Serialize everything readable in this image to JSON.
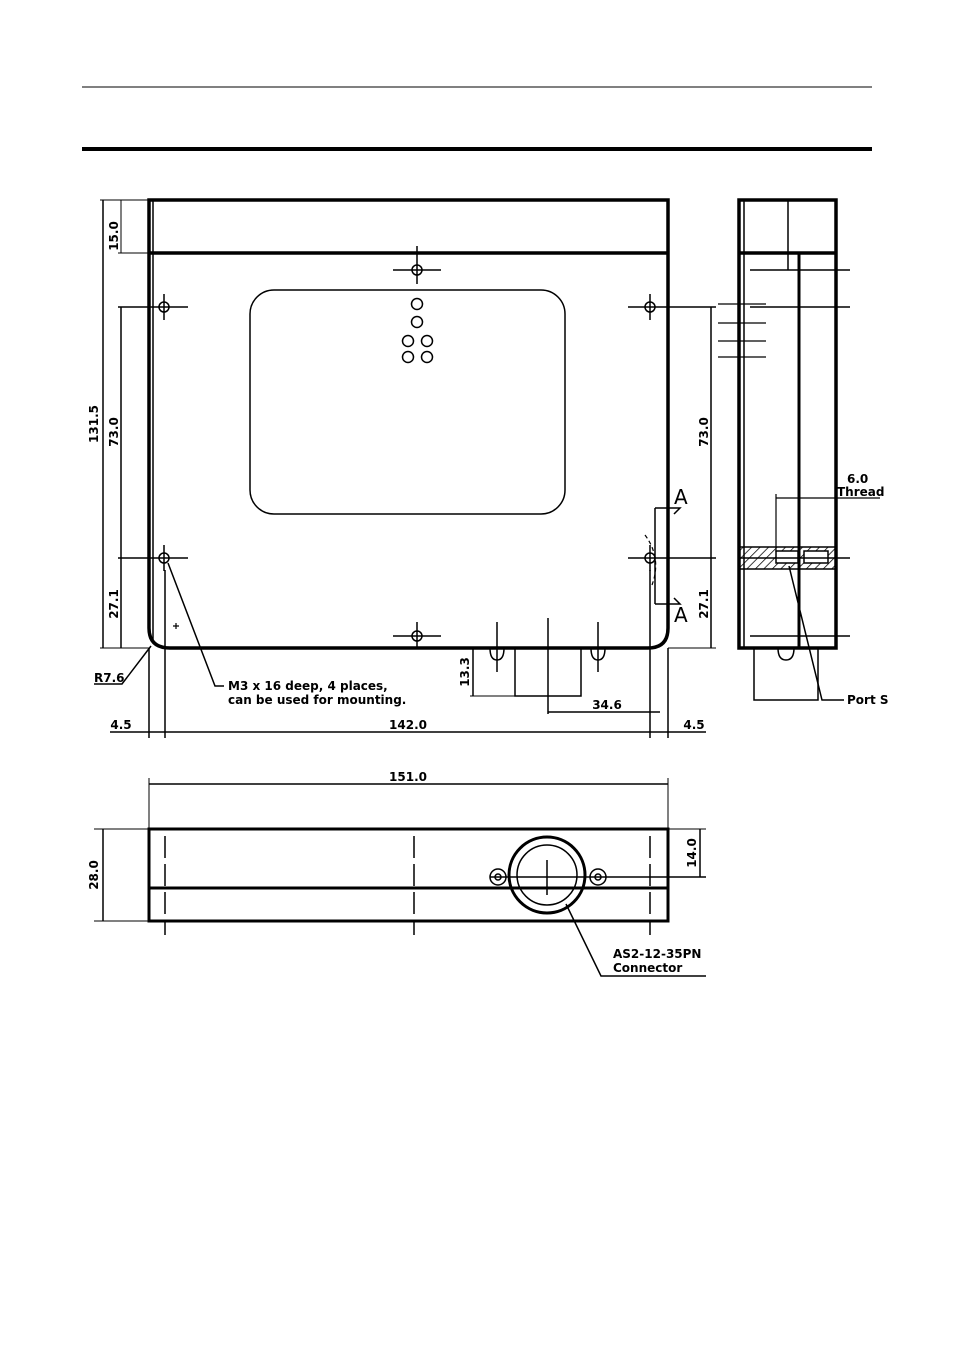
{
  "front_view": {
    "dims": {
      "top_band": "15.0",
      "overall_height": "131.5",
      "hole_spacing_left": "73.0",
      "hole_spacing_right": "73.0",
      "bottom_left": "27.1",
      "bottom_right": "27.1",
      "corner_radius": "R7.6",
      "connector_height": "13.3",
      "connector_offset": "34.6",
      "left_margin": "4.5",
      "hole_pitch": "142.0",
      "right_margin": "4.5"
    },
    "mount_note_line1": "M3 x 16 deep, 4 places,",
    "mount_note_line2": "can be used for mounting.",
    "section_mark_upper": "A",
    "section_mark_lower": "A"
  },
  "side_view": {
    "thread_dim": "6.0",
    "thread_label": "Thread",
    "port_label": "Port S"
  },
  "bottom_view": {
    "overall_width": "151.0",
    "thickness": "28.0",
    "connector_center": "14.0",
    "connector_label_line1": "AS2-12-35PN",
    "connector_label_line2": "Connector"
  }
}
